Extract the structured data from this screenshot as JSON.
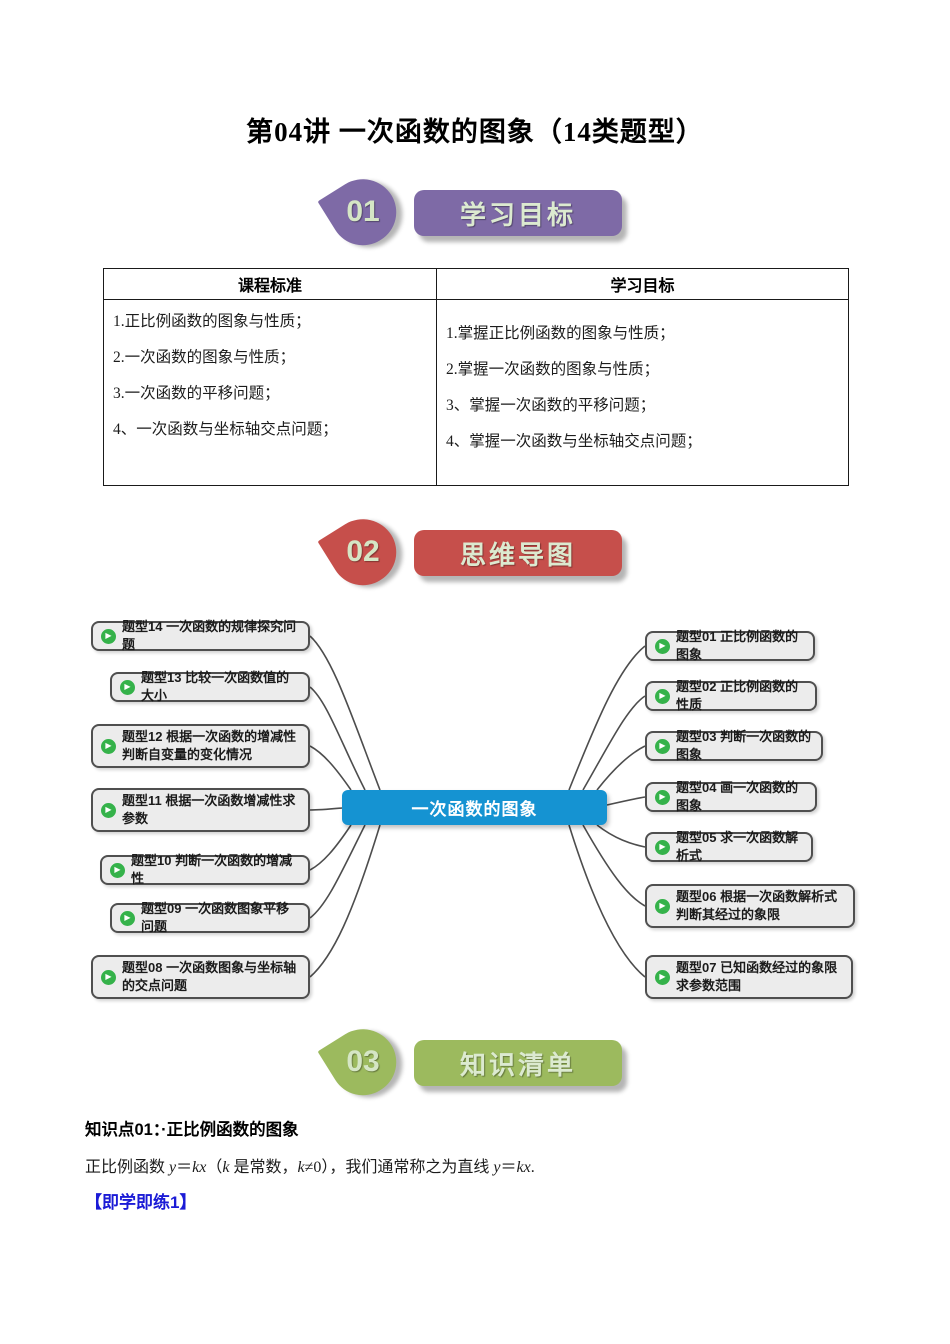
{
  "page": {
    "title": "第04讲 一次函数的图象（14类题型）"
  },
  "sections": {
    "s1": {
      "num": "01",
      "label": "学习目标"
    },
    "s2": {
      "num": "02",
      "label": "思维导图"
    },
    "s3": {
      "num": "03",
      "label": "知识清单"
    }
  },
  "table": {
    "headers": [
      "课程标准",
      "学习目标"
    ],
    "left_items": [
      "1.正比例函数的图象与性质；",
      "2.一次函数的图象与性质；",
      "3.一次函数的平移问题；",
      "4、一次函数与坐标轴交点问题；"
    ],
    "right_items": [
      "1.掌握正比例函数的图象与性质；",
      "2.掌握一次函数的图象与性质；",
      "3、掌握一次函数的平移问题；",
      "4、掌握一次函数与坐标轴交点问题；"
    ]
  },
  "mindmap": {
    "center": "一次函数的图象",
    "left": [
      "题型14 一次函数的规律探究问题",
      "题型13 比较一次函数值的大小",
      "题型12 根据一次函数的增减性判断自变量的变化情况",
      "题型11 根据一次函数增减性求参数",
      "题型10 判断一次函数的增减性",
      "题型09 一次函数图象平移问题",
      "题型08 一次函数图象与坐标轴的交点问题"
    ],
    "right": [
      "题型01 正比例函数的图象",
      "题型02 正比例函数的性质",
      "题型03 判断一次函数的图象",
      "题型04 画一次函数的图象",
      "题型05 求一次函数解析式",
      "题型06 根据一次函数解析式判断其经过的象限",
      "题型07 已知函数经过的象限求参数范围"
    ],
    "icon": "play-arrow"
  },
  "knowledge": {
    "point_title": "知识点01：·正比例函数的图象",
    "formula_segments": {
      "0": "正比例函数 ",
      "1": "y",
      "2": "＝",
      "3": "kx",
      "4": "（",
      "5": "k",
      "6": " 是常数，",
      "7": "k",
      "8": "≠0），我们通常称之为直线 ",
      "9": "y",
      "10": "＝",
      "11": "kx",
      "12": "."
    },
    "practice_label": "【即学即练1】"
  },
  "colors": {
    "badge_purple": "#7e6aa6",
    "badge_red": "#c64f4b",
    "badge_green": "#9cba5e",
    "center_blue": "#1593d2",
    "node_fill": "#ececec",
    "node_border": "#4f4f4f",
    "icon_green": "#35b24a",
    "practice_blue": "#1b1bd6"
  }
}
